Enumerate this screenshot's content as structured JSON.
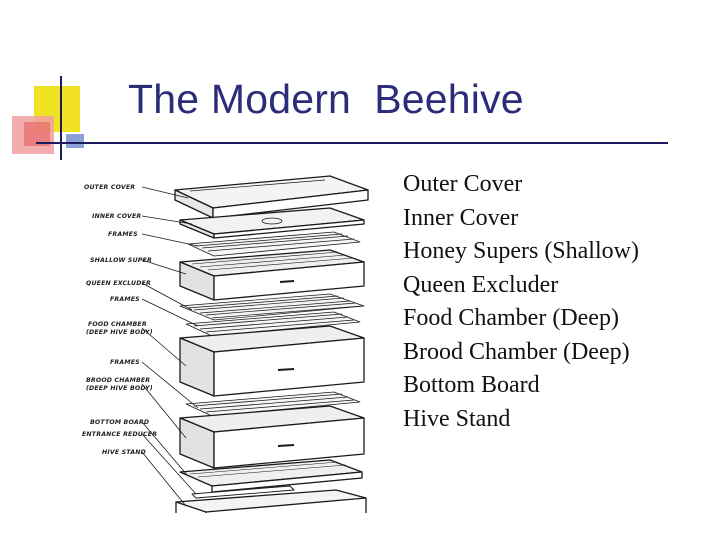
{
  "title": "The Modern  Beehive",
  "parts": [
    "Outer Cover",
    "Inner Cover",
    "Honey Supers (Shallow)",
    "Queen Excluder",
    "Food Chamber (Deep)",
    "Brood Chamber (Deep)",
    "Bottom Board",
    "Hive Stand"
  ],
  "diagram": {
    "labels": {
      "outer_cover": "OUTER COVER",
      "inner_cover": "INNER COVER",
      "frames_1": "FRAMES",
      "shallow_super": "SHALLOW SUPER",
      "queen_excluder": "QUEEN EXCLUDER",
      "frames_2": "FRAMES",
      "food_chamber": "FOOD CHAMBER",
      "food_chamber_sub": "(DEEP HIVE BODY)",
      "frames_3": "FRAMES",
      "brood_chamber": "BROOD CHAMBER",
      "brood_chamber_sub": "(DEEP HIVE BODY)",
      "bottom_board": "BOTTOM BOARD",
      "entrance_reducer": "ENTRANCE REDUCER",
      "hive_stand": "HIVE STAND"
    }
  }
}
